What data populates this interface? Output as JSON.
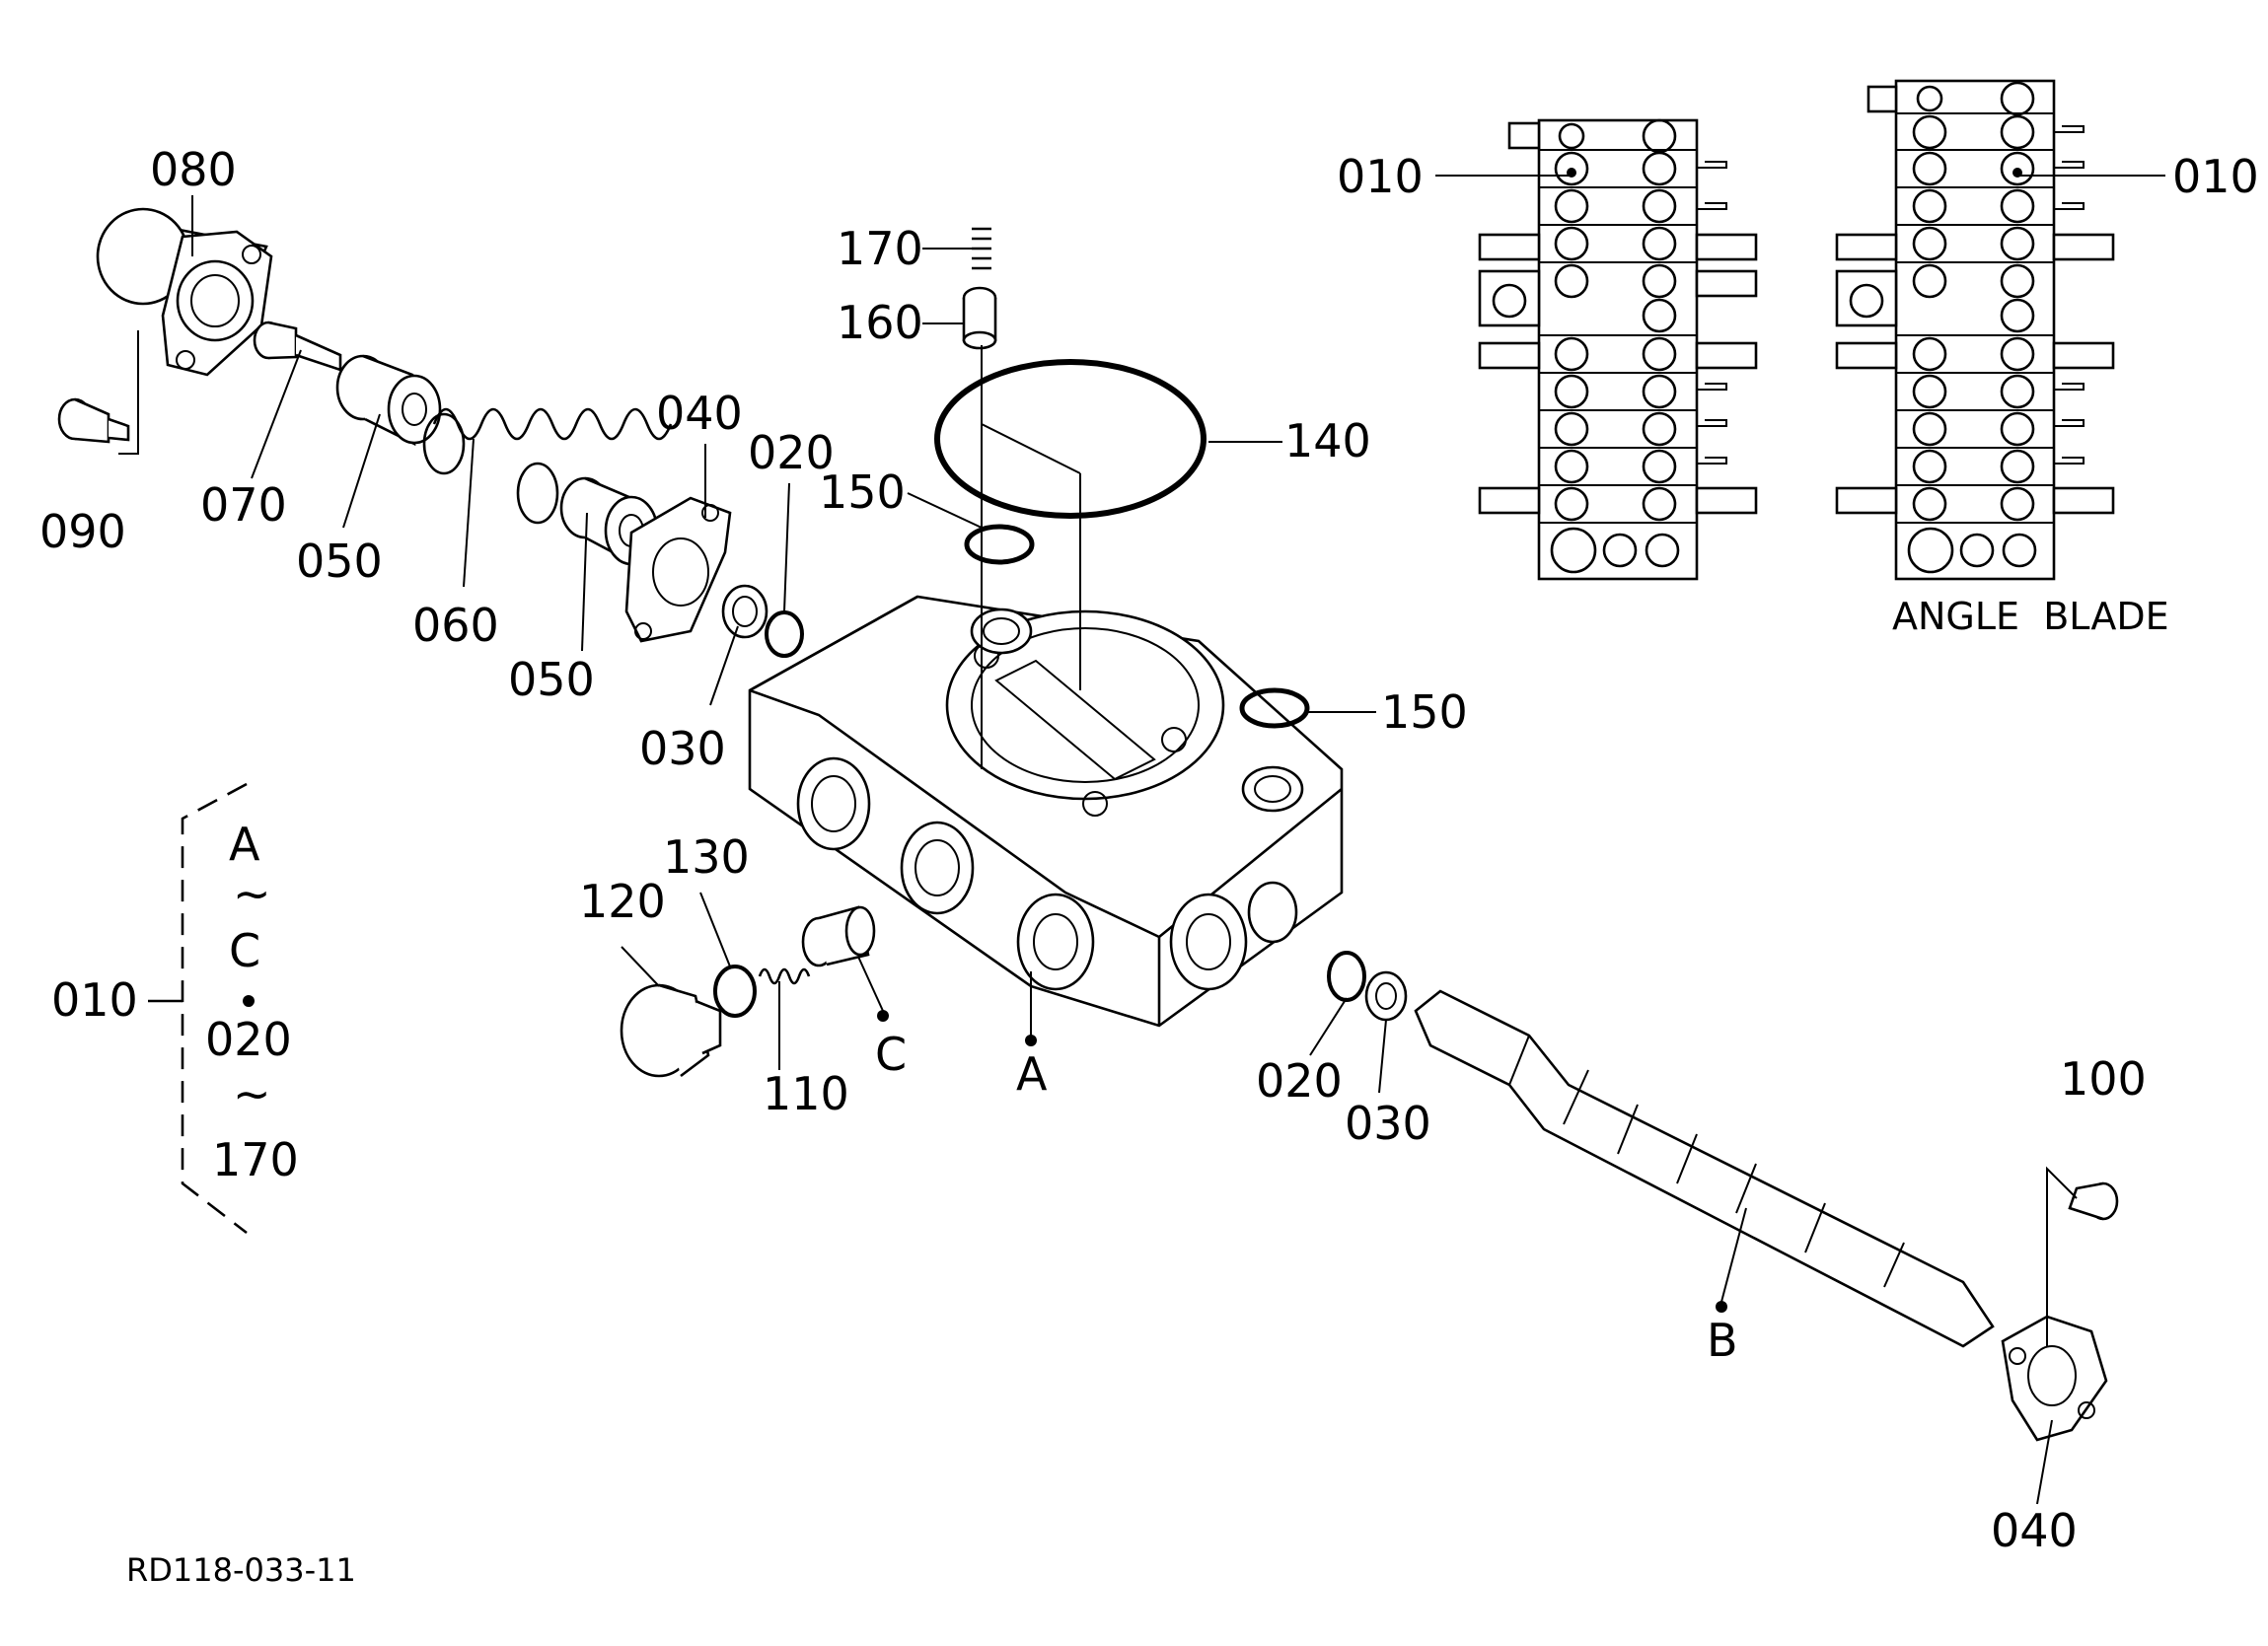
{
  "labels": {
    "p080": "080",
    "p090": "090",
    "p070": "070",
    "p050a": "050",
    "p060": "060",
    "p050b": "050",
    "p040a": "040",
    "p020a": "020",
    "p030a": "030",
    "p170": "170",
    "p160": "160",
    "p140": "140",
    "p150a": "150",
    "p150b": "150",
    "p130": "130",
    "p120": "120",
    "p110": "110",
    "pC": "C",
    "pA": "A",
    "p020b": "020",
    "p030b": "030",
    "p100": "100",
    "pB": "B",
    "p040b": "040",
    "p010a": "010",
    "p010b": "010",
    "p010c": "010"
  },
  "group_bracket": {
    "line1": "A",
    "tilde1": "~",
    "line2": "C",
    "line3": "020",
    "tilde2": "~",
    "line4": "170"
  },
  "angle_blade": "ANGLE  BLADE",
  "drawing_number": "RD118-033-11"
}
